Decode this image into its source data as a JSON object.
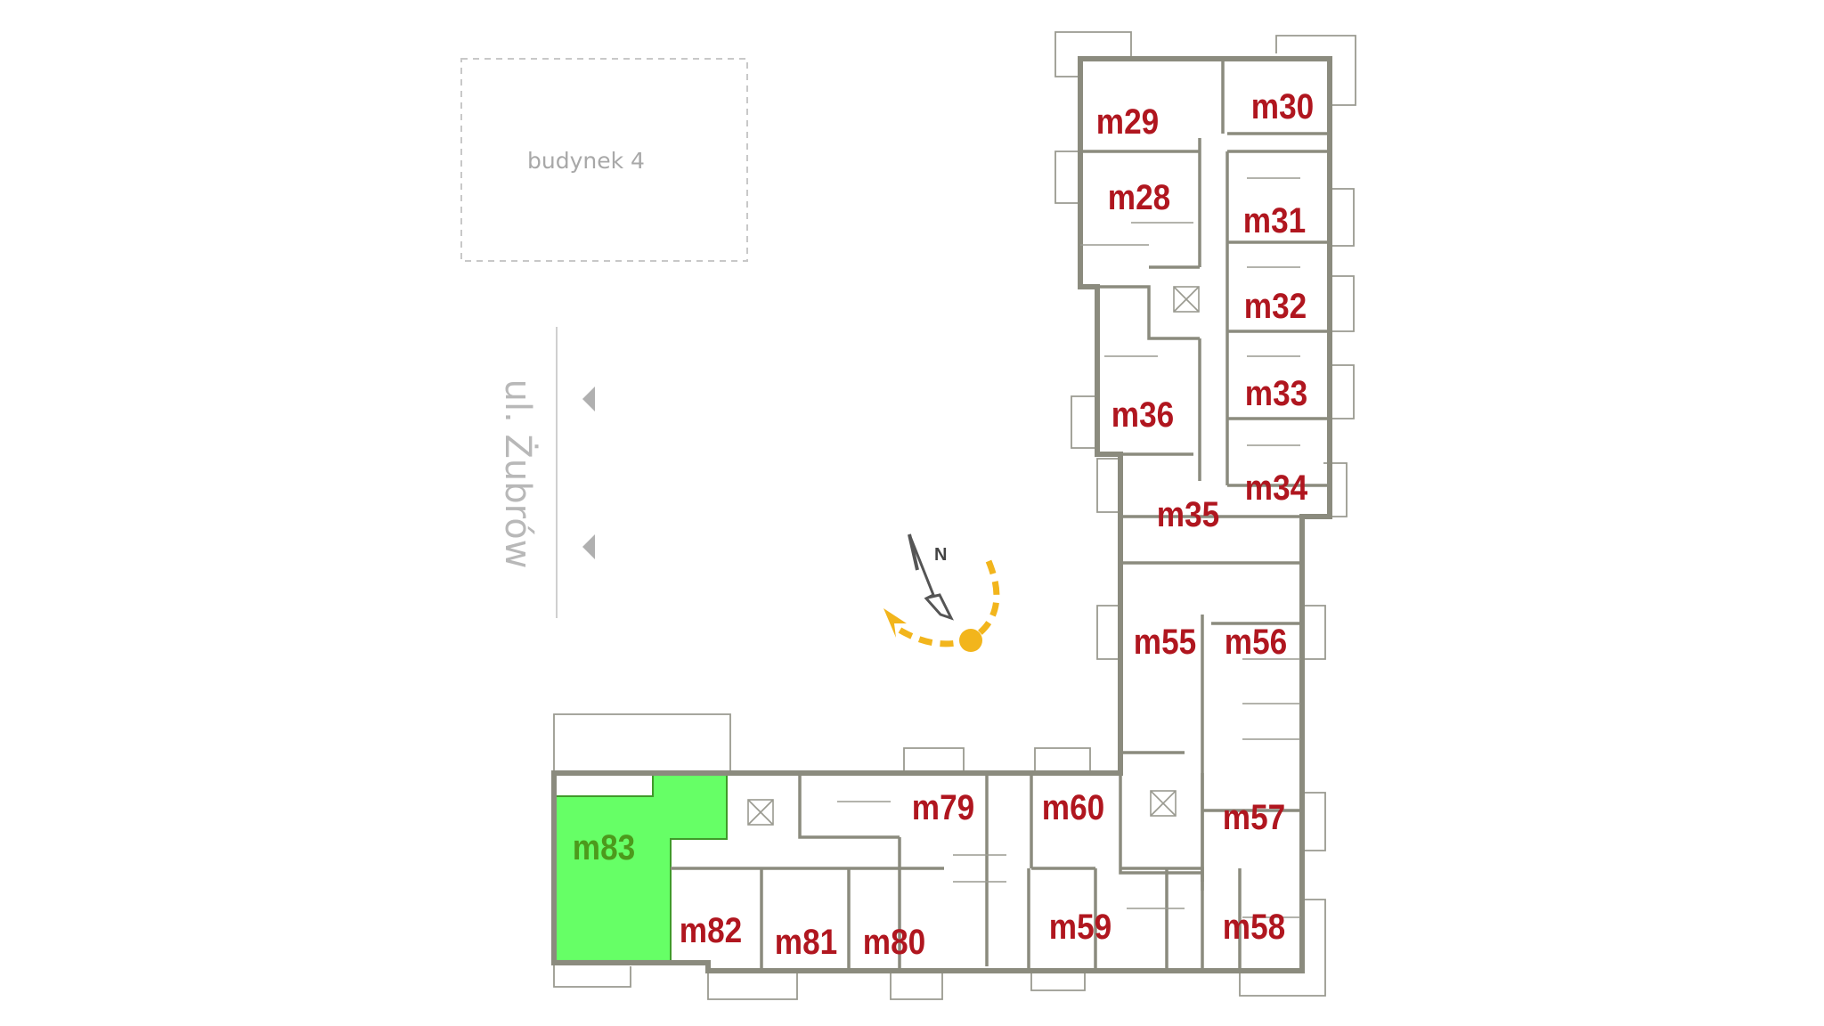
{
  "neighbor_building": {
    "label": "budynek 4"
  },
  "street": {
    "name": "ul. Żubrów"
  },
  "compass": {
    "north_label": "N"
  },
  "colors": {
    "label": "#b0161f",
    "selected_fill": "#66ff66",
    "selected_label": "#4c9a1c",
    "walls": "#8b8b7e",
    "sun_path": "#f2b51c"
  },
  "selected_apartment": "m83",
  "apartments": [
    "m29",
    "m30",
    "m28",
    "m31",
    "m32",
    "m36",
    "m33",
    "m34",
    "m35",
    "m55",
    "m56",
    "m79",
    "m60",
    "m57",
    "m83",
    "m82",
    "m81",
    "m80",
    "m59",
    "m58"
  ]
}
